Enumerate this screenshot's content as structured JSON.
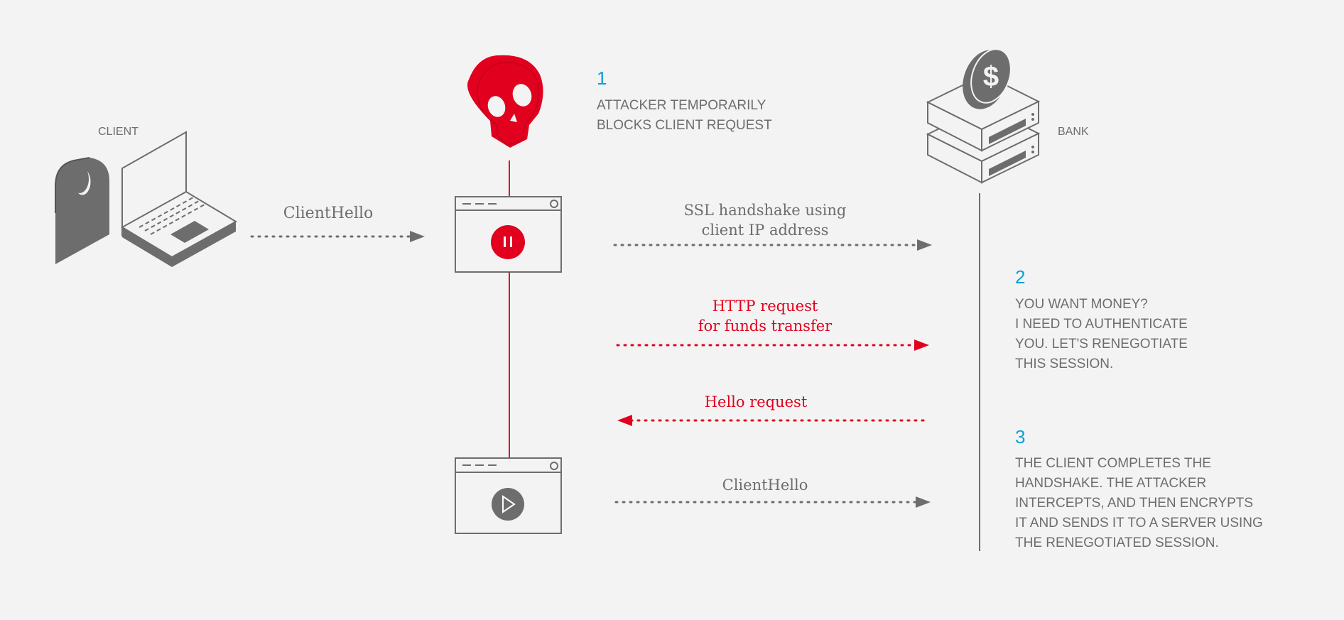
{
  "labels": {
    "client": "CLIENT",
    "bank": "BANK"
  },
  "steps": [
    {
      "number": "1",
      "lines": [
        "ATTACKER TEMPORARILY",
        "BLOCKS CLIENT REQUEST"
      ]
    },
    {
      "number": "2",
      "lines": [
        "YOU WANT MONEY?",
        "I NEED TO AUTHENTICATE",
        "YOU. LET'S RENEGOTIATE",
        "THIS SESSION."
      ]
    },
    {
      "number": "3",
      "lines": [
        "THE CLIENT COMPLETES THE",
        "HANDSHAKE. THE ATTACKER",
        "INTERCEPTS, AND THEN ENCRYPTS",
        "IT AND SENDS IT TO A SERVER USING",
        "THE RENEGOTIATED SESSION."
      ]
    }
  ],
  "messages": [
    {
      "lines": [
        "ClientHello"
      ]
    },
    {
      "lines": [
        "SSL handshake using",
        "client IP address"
      ]
    },
    {
      "lines": [
        "HTTP request",
        "for funds transfer"
      ]
    },
    {
      "lines": [
        "Hello request"
      ]
    },
    {
      "lines": [
        "ClientHello"
      ]
    }
  ],
  "colors": {
    "background": "#f3f3f3",
    "gray": "#6d6d6d",
    "red": "#e1001e",
    "blue": "#0aa0d8"
  },
  "icons": [
    "person-icon",
    "laptop-icon",
    "skull-icon",
    "pause-icon",
    "play-icon",
    "server-icon",
    "dollar-coin-icon"
  ]
}
